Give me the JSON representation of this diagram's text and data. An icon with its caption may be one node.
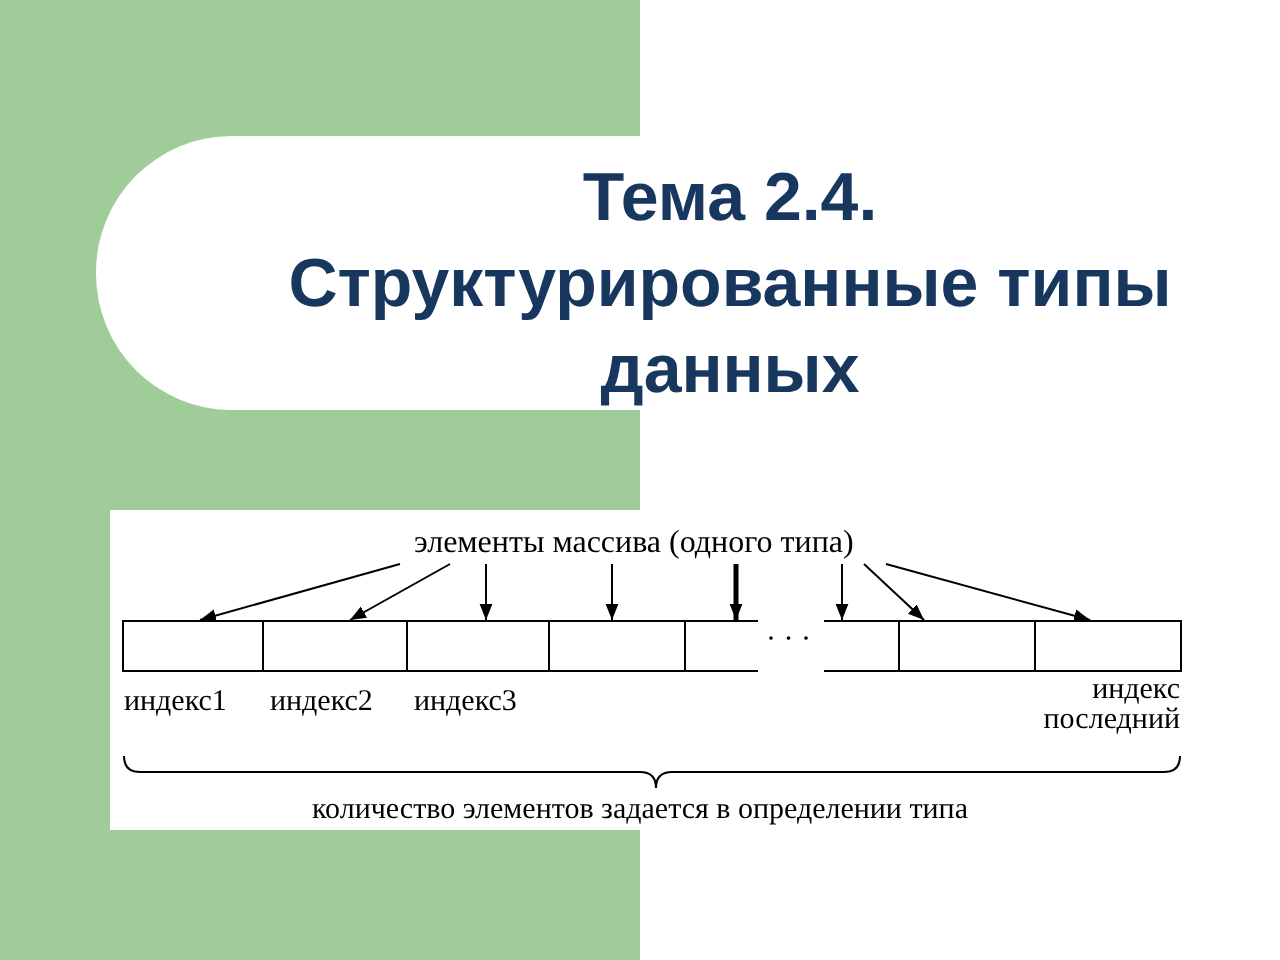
{
  "diagram": {
    "title": "Тема 2.4. Структурированные типы данных",
    "nodes": [
      {
        "text": [
          "элементы массива (одного типа)"
        ]
      },
      {
        "text": [],
        "shape": "box"
      },
      {
        "text": [],
        "shape": "box"
      },
      {
        "text": [],
        "shape": "box"
      },
      {
        "text": [],
        "shape": "box"
      },
      {
        "text": [],
        "shape": "box"
      },
      {
        "text": [],
        "shape": "box"
      },
      {
        "text": [],
        "shape": "box"
      },
      {
        "text": [],
        "shape": "box"
      }
    ],
    "edges": [
      {
        "from": 0,
        "to": 1,
        "arrow": "to"
      },
      {
        "from": 0,
        "to": 2,
        "arrow": "to"
      },
      {
        "from": 0,
        "to": 3,
        "arrow": "to"
      },
      {
        "from": 0,
        "to": 4,
        "arrow": "to"
      },
      {
        "from": 0,
        "to": 5,
        "arrow": "to",
        "style": "thick"
      },
      {
        "from": 0,
        "to": 6,
        "arrow": "to"
      },
      {
        "from": 0,
        "to": 7,
        "arrow": "to"
      },
      {
        "from": 0,
        "to": 8,
        "arrow": "to"
      }
    ],
    "labels": [
      "· · ·",
      "индекс1",
      "индекс2",
      "индекс3",
      "индекс последний",
      "количество элементов задается в определении типа"
    ]
  }
}
